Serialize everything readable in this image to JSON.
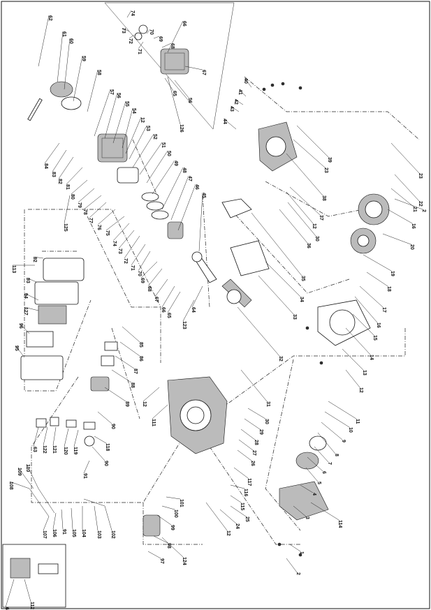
{
  "figure": {
    "callouts": [
      {
        "id": "c62",
        "text": "62"
      },
      {
        "id": "c61",
        "text": "61"
      },
      {
        "id": "c60",
        "text": "60"
      },
      {
        "id": "c59",
        "text": "59"
      },
      {
        "id": "c58",
        "text": "58"
      },
      {
        "id": "c57",
        "text": "57"
      },
      {
        "id": "c56",
        "text": "56"
      },
      {
        "id": "c55",
        "text": "55"
      },
      {
        "id": "c54",
        "text": "54"
      },
      {
        "id": "c12a",
        "text": "12"
      },
      {
        "id": "c53",
        "text": "53"
      },
      {
        "id": "c52",
        "text": "52"
      },
      {
        "id": "c51",
        "text": "51"
      },
      {
        "id": "c50",
        "text": "50"
      },
      {
        "id": "c49",
        "text": "49"
      },
      {
        "id": "c48",
        "text": "48"
      },
      {
        "id": "c47",
        "text": "47"
      },
      {
        "id": "c46",
        "text": "46"
      },
      {
        "id": "c45",
        "text": "45"
      },
      {
        "id": "c64",
        "text": "64"
      },
      {
        "id": "c123",
        "text": "123"
      },
      {
        "id": "c65",
        "text": "65"
      },
      {
        "id": "c66",
        "text": "66"
      },
      {
        "id": "c67",
        "text": "67"
      },
      {
        "id": "c68",
        "text": "68"
      },
      {
        "id": "c69",
        "text": "69"
      },
      {
        "id": "c70",
        "text": "70"
      },
      {
        "id": "c71",
        "text": "71"
      },
      {
        "id": "c72",
        "text": "72"
      },
      {
        "id": "c73",
        "text": "73"
      },
      {
        "id": "c74",
        "text": "74"
      },
      {
        "id": "c75",
        "text": "75"
      },
      {
        "id": "c76",
        "text": "76"
      },
      {
        "id": "c77",
        "text": "77"
      },
      {
        "id": "c78",
        "text": "78"
      },
      {
        "id": "c79",
        "text": "79"
      },
      {
        "id": "c80",
        "text": "80"
      },
      {
        "id": "c81",
        "text": "81"
      },
      {
        "id": "c82",
        "text": "82"
      },
      {
        "id": "c83",
        "text": "83"
      },
      {
        "id": "c84",
        "text": "84"
      },
      {
        "id": "c125",
        "text": "125"
      },
      {
        "id": "c113",
        "text": "113"
      },
      {
        "id": "c92",
        "text": "92"
      },
      {
        "id": "c93",
        "text": "93"
      },
      {
        "id": "c94",
        "text": "94"
      },
      {
        "id": "c127",
        "text": "127"
      },
      {
        "id": "c96",
        "text": "96"
      },
      {
        "id": "c95",
        "text": "95"
      },
      {
        "id": "c85",
        "text": "85"
      },
      {
        "id": "c86",
        "text": "86"
      },
      {
        "id": "c87",
        "text": "87"
      },
      {
        "id": "c88",
        "text": "88"
      },
      {
        "id": "c89",
        "text": "89"
      },
      {
        "id": "c12b",
        "text": "12"
      },
      {
        "id": "c111",
        "text": "111"
      },
      {
        "id": "c90a",
        "text": "90"
      },
      {
        "id": "c118",
        "text": "118"
      },
      {
        "id": "c90b",
        "text": "90"
      },
      {
        "id": "c91a",
        "text": "91"
      },
      {
        "id": "c63",
        "text": "63"
      },
      {
        "id": "c122",
        "text": "122"
      },
      {
        "id": "c121",
        "text": "121"
      },
      {
        "id": "c120",
        "text": "120"
      },
      {
        "id": "c119",
        "text": "119"
      },
      {
        "id": "c108",
        "text": "108"
      },
      {
        "id": "c109",
        "text": "109"
      },
      {
        "id": "c110",
        "text": "110"
      },
      {
        "id": "c107",
        "text": "107"
      },
      {
        "id": "c106",
        "text": "106"
      },
      {
        "id": "c91b",
        "text": "91"
      },
      {
        "id": "c105",
        "text": "105"
      },
      {
        "id": "c104",
        "text": "104"
      },
      {
        "id": "c103",
        "text": "103"
      },
      {
        "id": "c102",
        "text": "102"
      },
      {
        "id": "c99",
        "text": "99"
      },
      {
        "id": "c100",
        "text": "100"
      },
      {
        "id": "c101",
        "text": "101"
      },
      {
        "id": "c98",
        "text": "98"
      },
      {
        "id": "c97",
        "text": "97"
      },
      {
        "id": "c124",
        "text": "124"
      },
      {
        "id": "c69b",
        "text": "69"
      },
      {
        "id": "c112",
        "text": "112"
      },
      {
        "id": "c12c",
        "text": "12"
      },
      {
        "id": "c24",
        "text": "24"
      },
      {
        "id": "c25",
        "text": "25"
      },
      {
        "id": "c115",
        "text": "115"
      },
      {
        "id": "c116",
        "text": "116"
      },
      {
        "id": "c117",
        "text": "117"
      },
      {
        "id": "c26",
        "text": "26"
      },
      {
        "id": "c27",
        "text": "27"
      },
      {
        "id": "c28",
        "text": "28"
      },
      {
        "id": "c29",
        "text": "29"
      },
      {
        "id": "c30",
        "text": "30"
      },
      {
        "id": "c31",
        "text": "31"
      },
      {
        "id": "c32",
        "text": "32"
      },
      {
        "id": "c33",
        "text": "33"
      },
      {
        "id": "c34",
        "text": "34"
      },
      {
        "id": "c35",
        "text": "35"
      },
      {
        "id": "c36",
        "text": "36"
      },
      {
        "id": "c12d",
        "text": "12"
      },
      {
        "id": "c30b",
        "text": "30"
      },
      {
        "id": "c37",
        "text": "37"
      },
      {
        "id": "c38",
        "text": "38"
      },
      {
        "id": "c23a",
        "text": "23"
      },
      {
        "id": "c39",
        "text": "39"
      },
      {
        "id": "c40",
        "text": "40"
      },
      {
        "id": "c41",
        "text": "41"
      },
      {
        "id": "c42",
        "text": "42"
      },
      {
        "id": "c43",
        "text": "43"
      },
      {
        "id": "c44",
        "text": "44"
      },
      {
        "id": "c23b",
        "text": "23"
      },
      {
        "id": "c22",
        "text": "22"
      },
      {
        "id": "c21",
        "text": "21"
      },
      {
        "id": "c2a",
        "text": "2"
      },
      {
        "id": "c16",
        "text": "16"
      },
      {
        "id": "c20",
        "text": "20"
      },
      {
        "id": "c19",
        "text": "19"
      },
      {
        "id": "c18",
        "text": "18"
      },
      {
        "id": "c17",
        "text": "17"
      },
      {
        "id": "c16b",
        "text": "16"
      },
      {
        "id": "c15",
        "text": "15"
      },
      {
        "id": "c14",
        "text": "14"
      },
      {
        "id": "c13",
        "text": "13"
      },
      {
        "id": "c12e",
        "text": "12"
      },
      {
        "id": "c11",
        "text": "11"
      },
      {
        "id": "c10",
        "text": "10"
      },
      {
        "id": "c9",
        "text": "9"
      },
      {
        "id": "c8",
        "text": "8"
      },
      {
        "id": "c7",
        "text": "7"
      },
      {
        "id": "c6",
        "text": "6"
      },
      {
        "id": "c5",
        "text": "5"
      },
      {
        "id": "c4",
        "text": "4"
      },
      {
        "id": "c114",
        "text": "114"
      },
      {
        "id": "c3",
        "text": "3"
      },
      {
        "id": "c1",
        "text": "1"
      },
      {
        "id": "c2b",
        "text": "2"
      },
      {
        "id": "c126",
        "text": "126"
      },
      {
        "id": "c65b",
        "text": "65"
      },
      {
        "id": "c56b",
        "text": "56"
      },
      {
        "id": "c67b",
        "text": "67"
      },
      {
        "id": "c66b",
        "text": "66"
      },
      {
        "id": "c74b",
        "text": "74"
      },
      {
        "id": "c73b",
        "text": "73"
      },
      {
        "id": "c72b",
        "text": "72"
      },
      {
        "id": "c71b",
        "text": "71"
      },
      {
        "id": "c70b",
        "text": "70"
      },
      {
        "id": "c69c",
        "text": "69"
      },
      {
        "id": "c68b",
        "text": "68"
      }
    ]
  }
}
